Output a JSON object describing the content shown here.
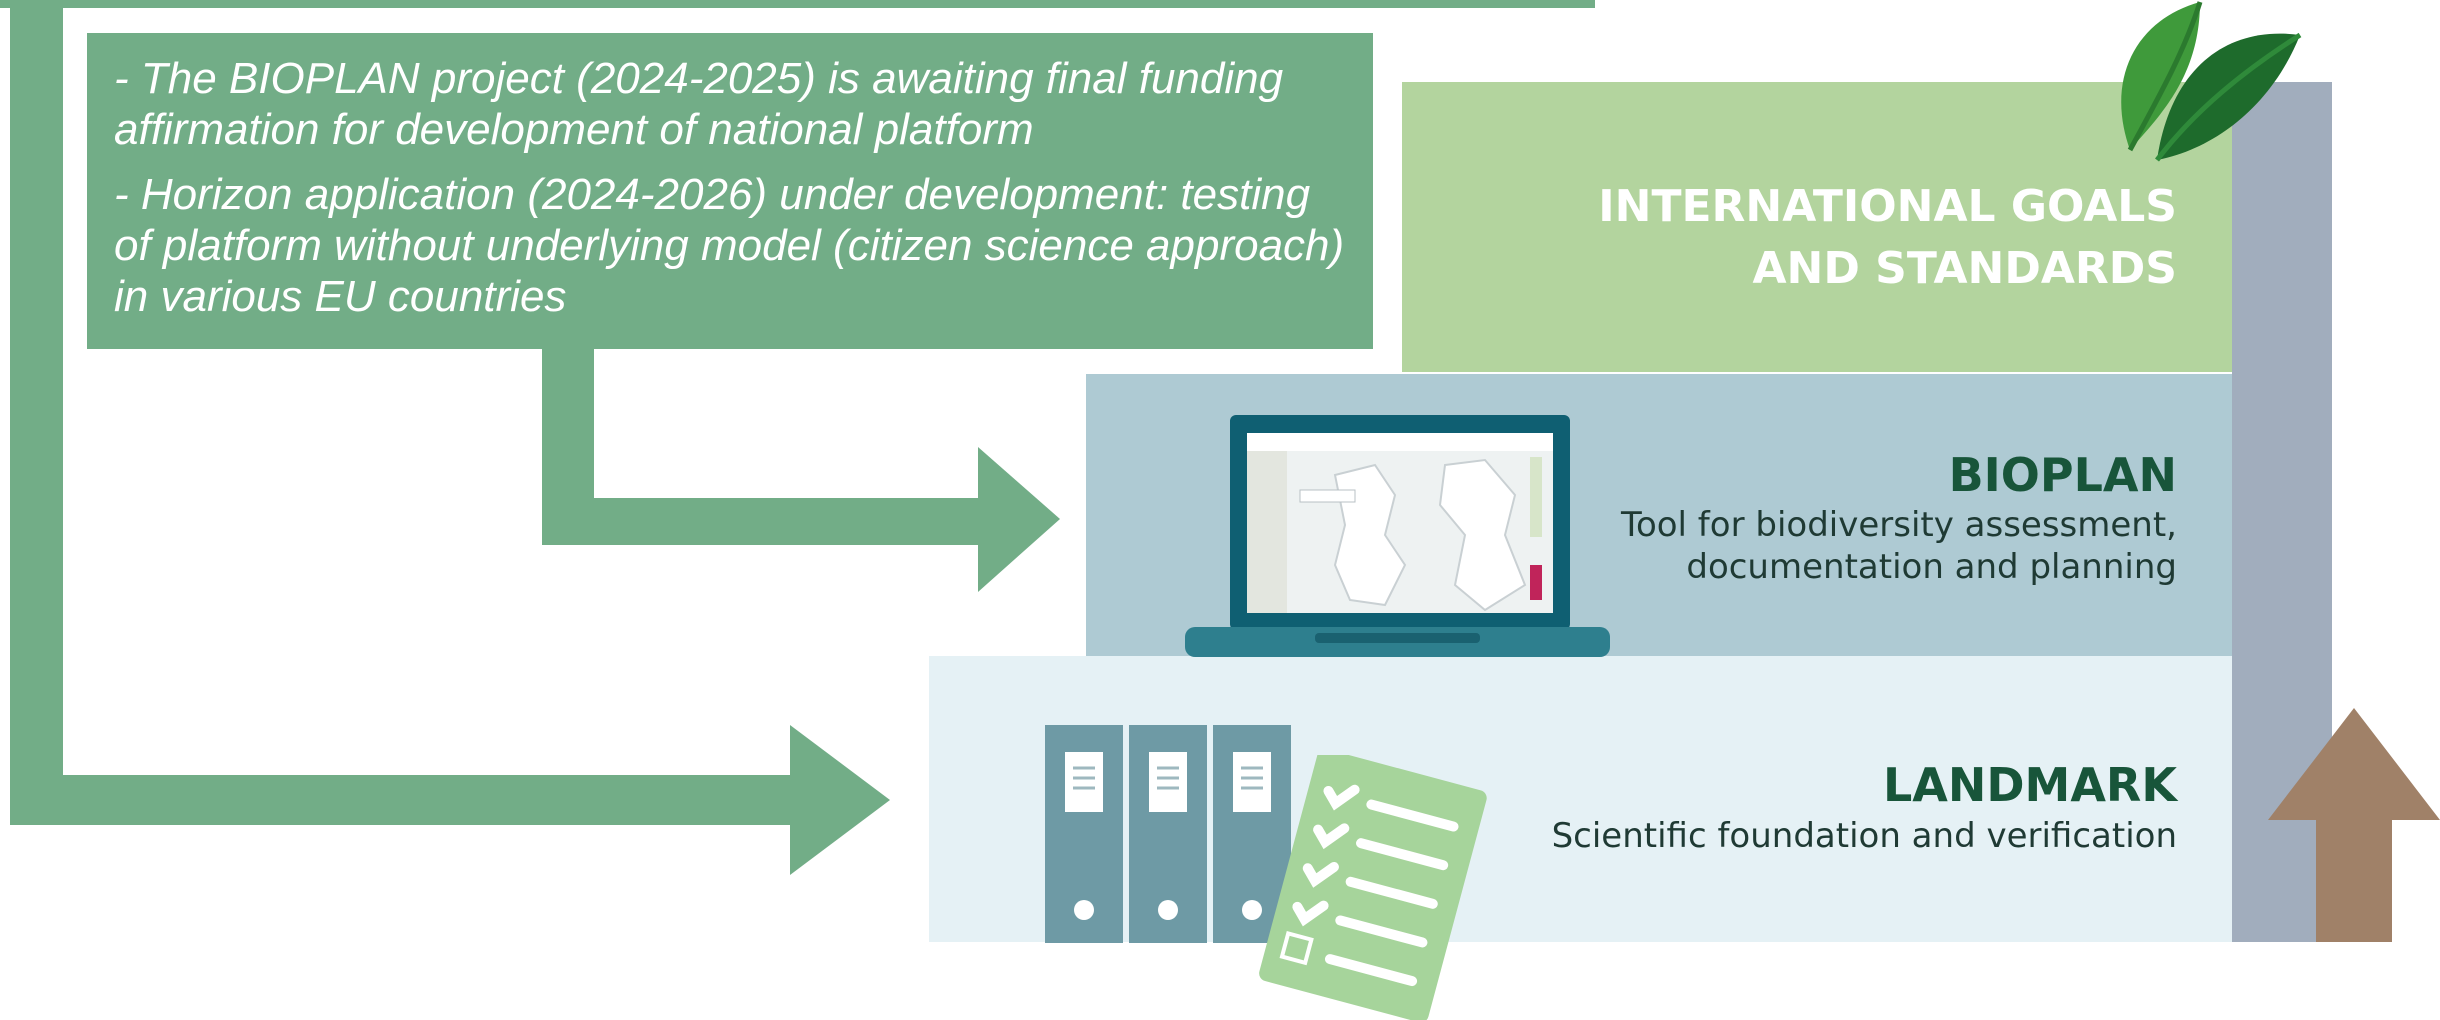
{
  "notes": [
    "- The BIOPLAN project (2024-2025) is awaiting final funding affirmation for development of national platform",
    "- Horizon application (2024-2026) under development: testing of platform without underlying model (citizen science approach) in various EU countries"
  ],
  "layers": {
    "international": {
      "title": "INTERNATIONAL GOALS\nAND STANDARDS"
    },
    "bioplan": {
      "title": "BIOPLAN",
      "description": "Tool for biodiversity assessment,\ndocumentation and planning"
    },
    "landmark": {
      "title": "LANDMARK",
      "description": "Scientific foundation and verification"
    }
  },
  "colors": {
    "arrow_green": "#72ad87",
    "layer_international": "#b3d49e",
    "layer_bioplan": "#aecad3",
    "layer_landmark": "#e5f1f5",
    "side_column": "#a1adbd",
    "up_arrow": "#a08168",
    "title_dark_green": "#18553a"
  },
  "icons": [
    "leaf-icon",
    "laptop-icon",
    "binder-icon",
    "checklist-icon",
    "up-arrow-icon"
  ]
}
